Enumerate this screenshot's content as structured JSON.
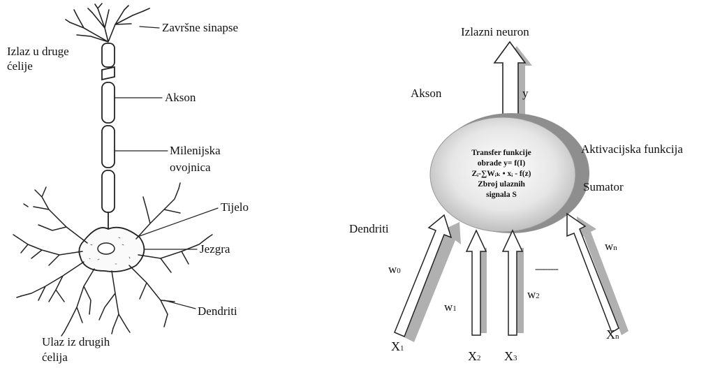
{
  "left": {
    "zavrsne_sinapse": "Završne sinapse",
    "izlaz_line1": "Izlaz u druge",
    "izlaz_line2": "ćelije",
    "akson": "Akson",
    "milenijska_line1": "Milenijska",
    "milenijska_line2": "ovojnica",
    "tijelo": "Tijelo",
    "jezgra": "Jezgra",
    "dendriti": "Dendriti",
    "ulaz_line1": "Ulaz iz drugih",
    "ulaz_line2": "ćelija"
  },
  "right": {
    "izlazni_neuron": "Izlazni neuron",
    "akson": "Akson",
    "y": "y",
    "aktivacijska": "Aktivacijska funkcija",
    "sumator": "Sumator",
    "dendriti": "Dendriti",
    "circle_line1": "Transfer funkcije",
    "circle_line2": "obrade y= f(I)",
    "circle_line3": "Zᵢ-∑Wᵢₖ • xᵢ - f(z)",
    "circle_line4": "Zbroj ulaznih",
    "circle_line5": "signala S",
    "w0": "w",
    "w0_sub": "0",
    "w1": "w",
    "w1_sub": "1",
    "w2": "w",
    "w2_sub": "2",
    "wn": "w",
    "wn_sub": "n",
    "dots": "---------",
    "x1": "X",
    "x1_sub": "1",
    "x2": "X",
    "x2_sub": "2",
    "x3": "X",
    "x3_sub": "3",
    "xn": "X",
    "xn_sub": "n"
  }
}
